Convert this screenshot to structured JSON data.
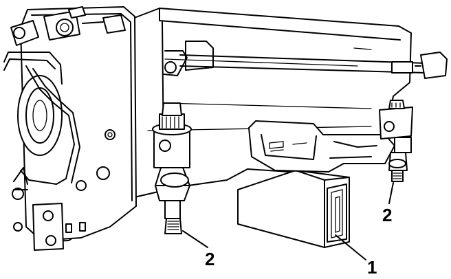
{
  "callouts": {
    "one": "1",
    "two_right": "2",
    "two_left": "2"
  }
}
